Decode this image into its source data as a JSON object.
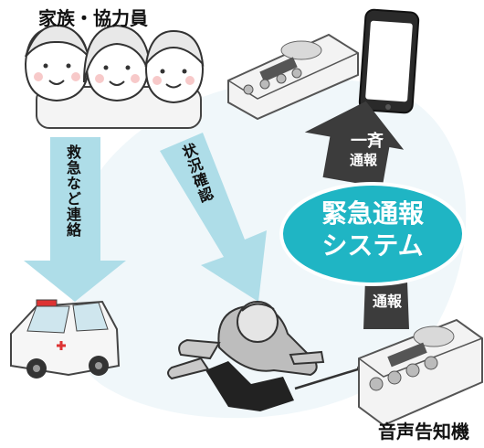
{
  "family_label": "家族・協力員",
  "emergency_contact_label": "救急など連絡",
  "status_check_label": "状況確認",
  "broadcast_label_line1": "一斉",
  "broadcast_label_line2": "通報",
  "system_label_line1": "緊急通報",
  "system_label_line2": "システム",
  "report_label": "通報",
  "device_label": "音声告知機",
  "colors": {
    "light_blue_arrow": "#aedde8",
    "system_ellipse": "#1fb5c4",
    "dark_arrow": "#3c3c3c",
    "background_swirl": "#eef6fa"
  }
}
